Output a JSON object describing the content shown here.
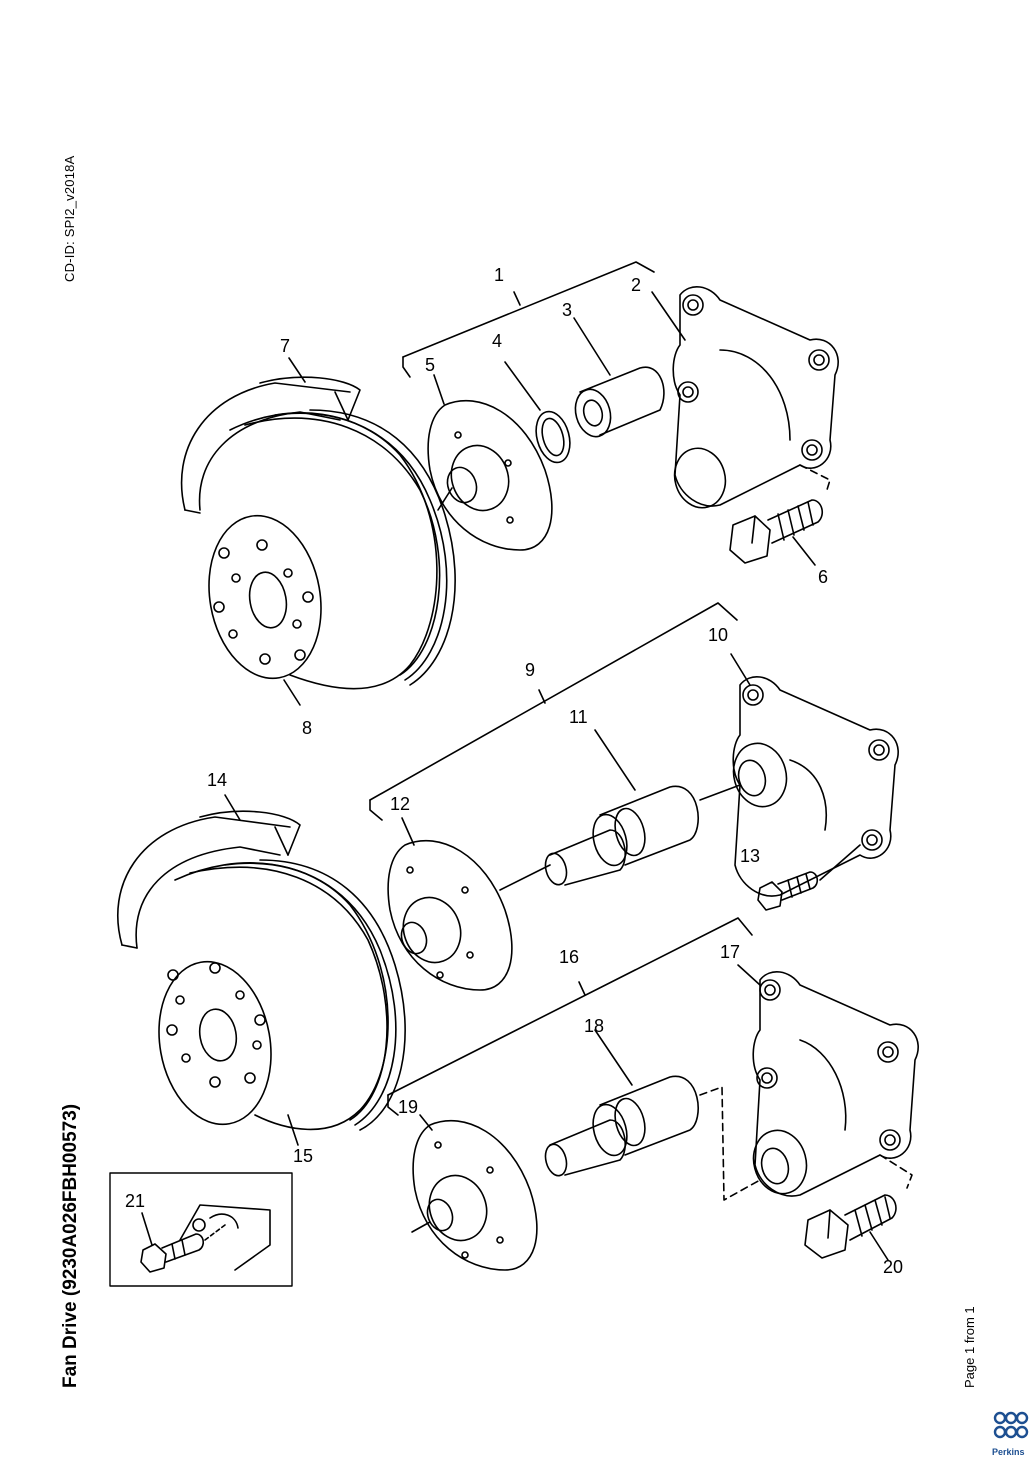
{
  "document": {
    "cd_id": "CD-ID: SPI2_v2018A",
    "title": "Fan Drive (9230A026FBH00573)",
    "page_indicator": "Page 1 from 1",
    "brand": "Perkins",
    "brand_color": "#1d4f91"
  },
  "callouts": [
    "1",
    "2",
    "3",
    "4",
    "5",
    "6",
    "7",
    "8",
    "9",
    "10",
    "11",
    "12",
    "13",
    "14",
    "15",
    "16",
    "17",
    "18",
    "19",
    "20",
    "21"
  ]
}
